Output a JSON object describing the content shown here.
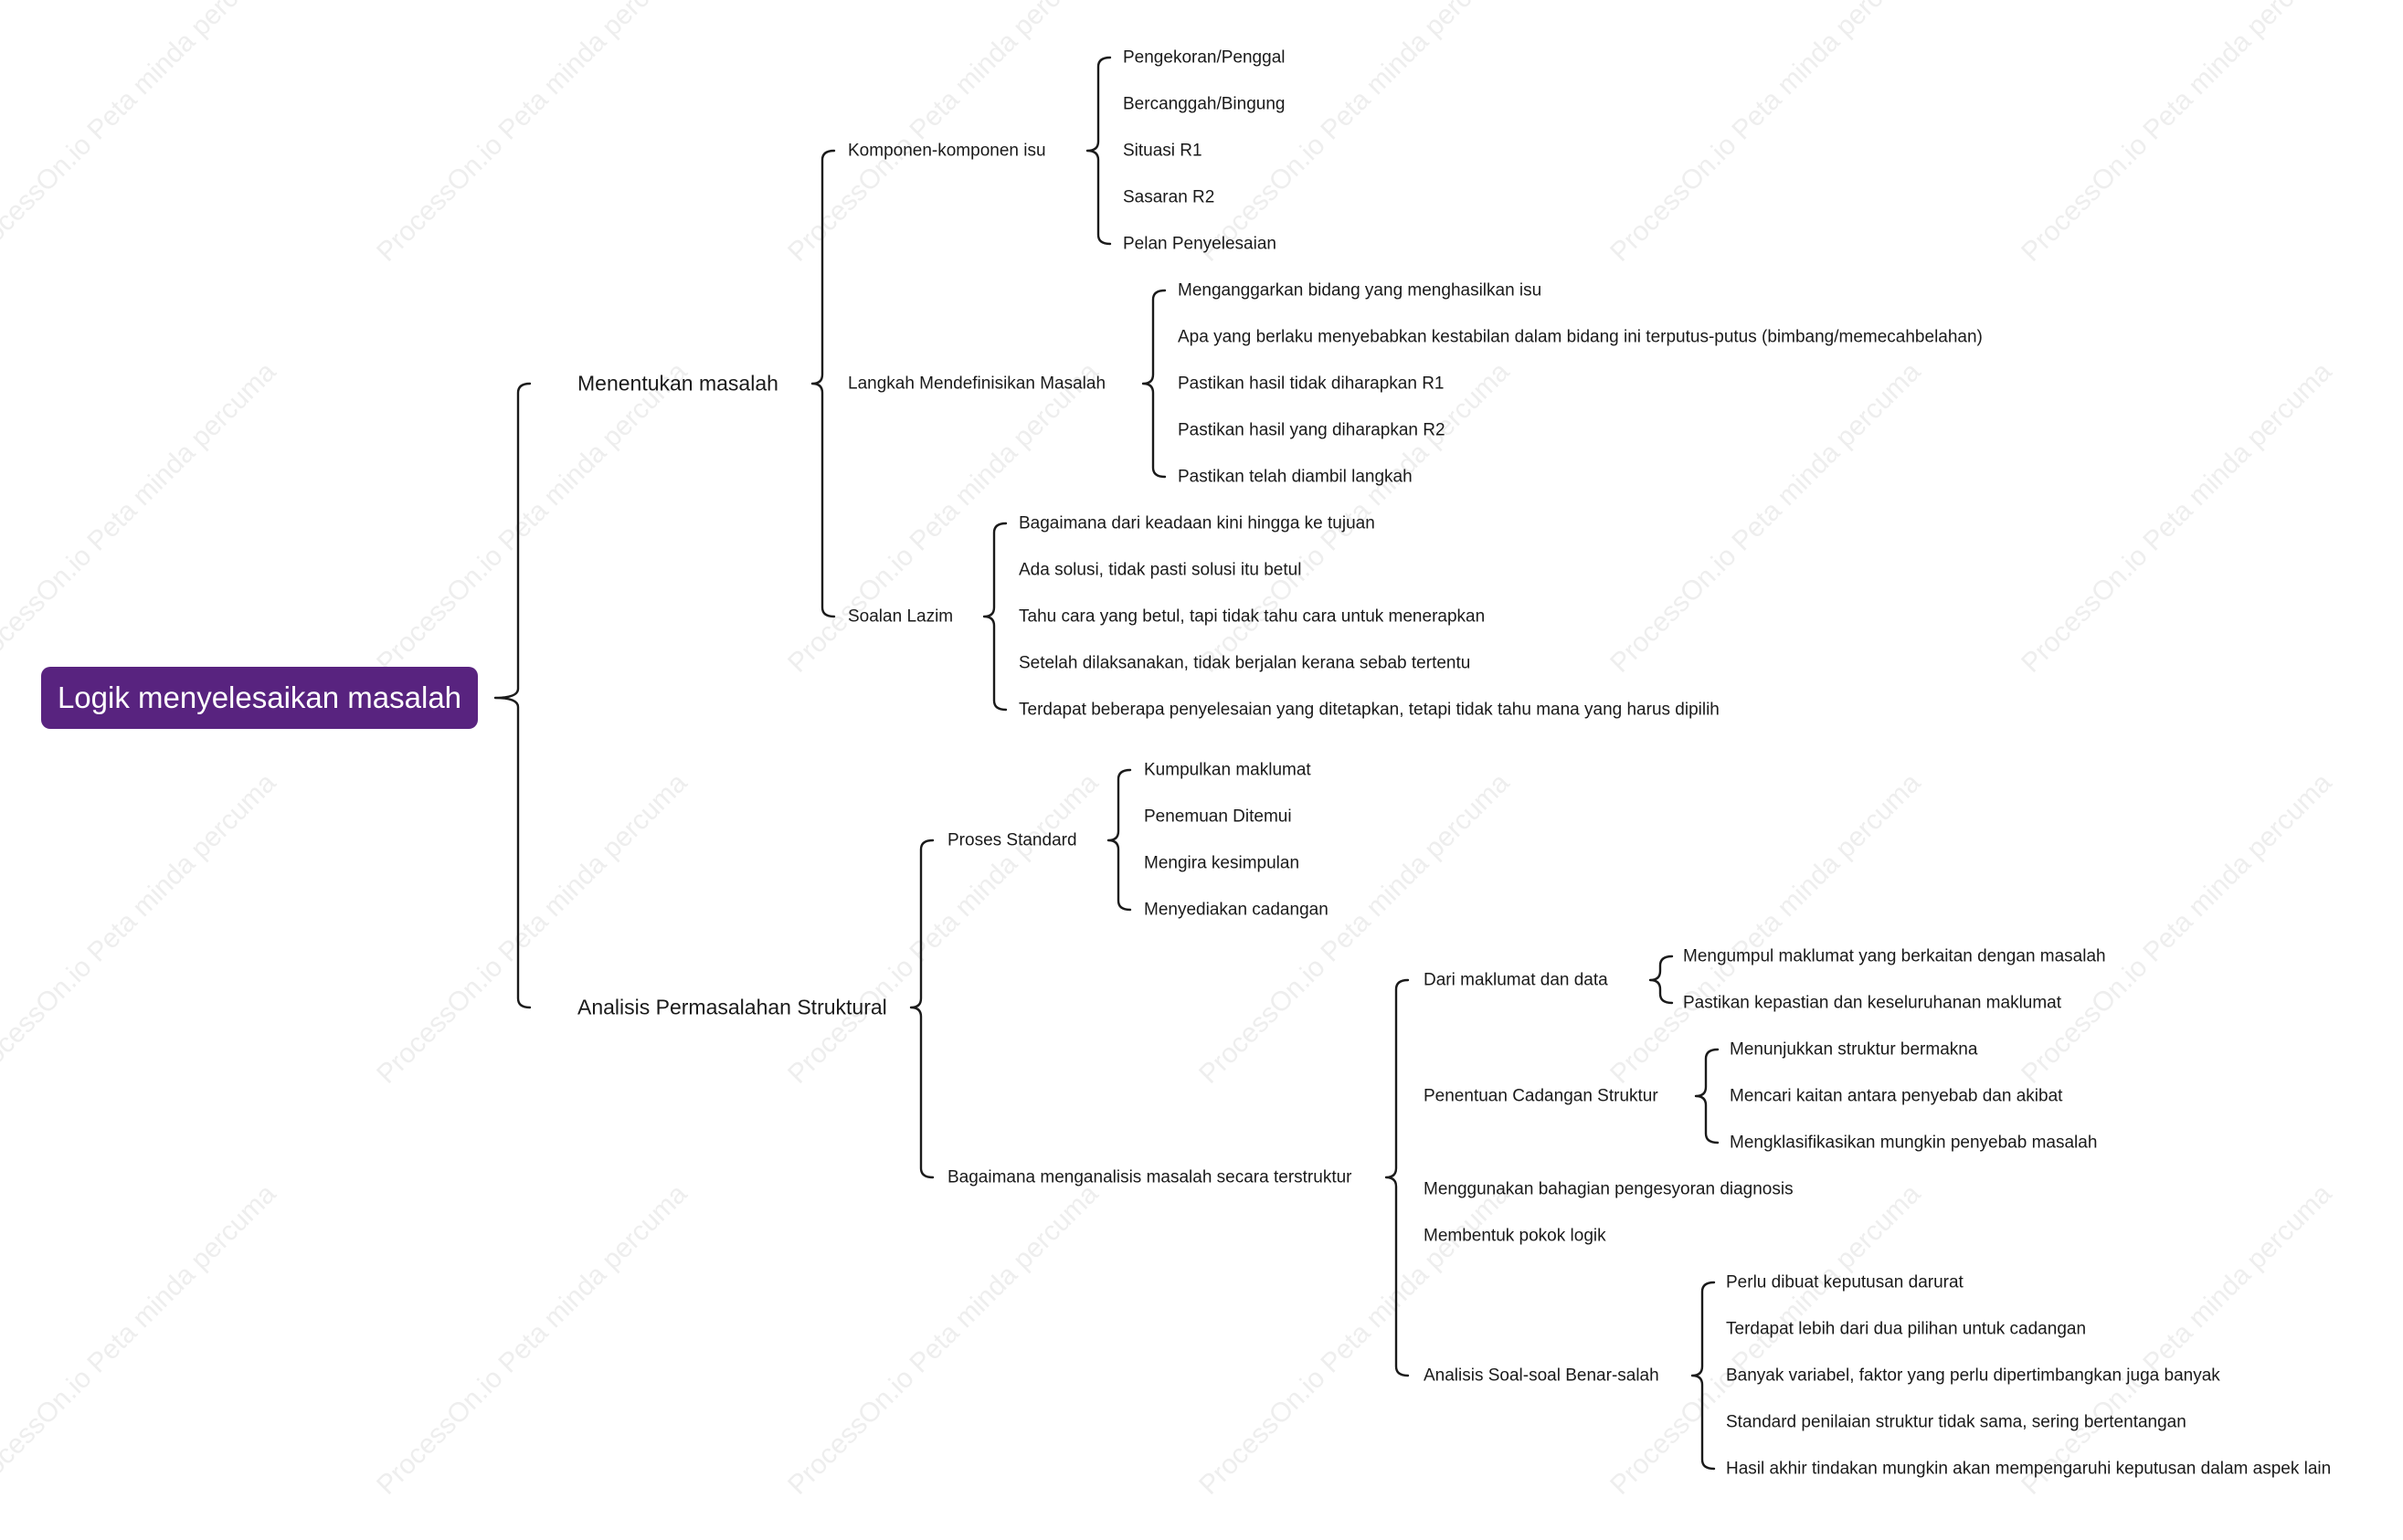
{
  "watermark_text": "ProcessOn.io Peta minda percuma",
  "root": {
    "label": "Logik menyelesaikan masalah",
    "children": [
      {
        "label": "Menentukan masalah",
        "children": [
          {
            "label": "Komponen-komponen isu",
            "children": [
              {
                "label": "Pengekoran/Penggal"
              },
              {
                "label": "Bercanggah/Bingung"
              },
              {
                "label": "Situasi R1"
              },
              {
                "label": "Sasaran R2"
              },
              {
                "label": "Pelan Penyelesaian"
              }
            ]
          },
          {
            "label": "Langkah Mendefinisikan Masalah",
            "children": [
              {
                "label": "Menganggarkan bidang yang menghasilkan isu"
              },
              {
                "label": "Apa yang berlaku menyebabkan kestabilan dalam bidang ini terputus-putus (bimbang/memecahbelahan)"
              },
              {
                "label": "Pastikan hasil tidak diharapkan R1"
              },
              {
                "label": "Pastikan hasil yang diharapkan R2"
              },
              {
                "label": "Pastikan telah diambil langkah"
              }
            ]
          },
          {
            "label": "Soalan Lazim",
            "children": [
              {
                "label": "Bagaimana dari keadaan kini hingga ke tujuan"
              },
              {
                "label": "Ada solusi, tidak pasti solusi itu betul"
              },
              {
                "label": "Tahu cara yang betul, tapi tidak tahu cara untuk menerapkan"
              },
              {
                "label": "Setelah dilaksanakan, tidak berjalan kerana sebab tertentu"
              },
              {
                "label": "Terdapat beberapa penyelesaian yang ditetapkan, tetapi tidak tahu mana yang harus dipilih"
              }
            ]
          }
        ]
      },
      {
        "label": "Analisis Permasalahan Struktural",
        "children": [
          {
            "label": "Proses Standard",
            "children": [
              {
                "label": "Kumpulkan maklumat"
              },
              {
                "label": "Penemuan Ditemui"
              },
              {
                "label": "Mengira kesimpulan"
              },
              {
                "label": "Menyediakan cadangan"
              }
            ]
          },
          {
            "label": "Bagaimana menganalisis masalah secara terstruktur",
            "children": [
              {
                "label": "Dari maklumat dan data",
                "children": [
                  {
                    "label": "Mengumpul maklumat yang berkaitan dengan masalah"
                  },
                  {
                    "label": "Pastikan kepastian dan keseluruhanan maklumat"
                  }
                ]
              },
              {
                "label": "Penentuan Cadangan Struktur",
                "children": [
                  {
                    "label": "Menunjukkan struktur bermakna"
                  },
                  {
                    "label": "Mencari kaitan antara penyebab dan akibat"
                  },
                  {
                    "label": "Mengklasifikasikan mungkin penyebab masalah"
                  }
                ]
              },
              {
                "label": "Menggunakan bahagian pengesyoran diagnosis"
              },
              {
                "label": "Membentuk pokok logik"
              },
              {
                "label": "Analisis Soal-soal Benar-salah",
                "children": [
                  {
                    "label": "Perlu dibuat keputusan darurat"
                  },
                  {
                    "label": "Terdapat lebih dari dua pilihan untuk cadangan"
                  },
                  {
                    "label": "Banyak variabel, faktor yang perlu dipertimbangkan juga banyak"
                  },
                  {
                    "label": "Standard penilaian struktur tidak sama, sering bertentangan"
                  },
                  {
                    "label": "Hasil akhir tindakan mungkin akan mempengaruhi keputusan dalam aspek lain"
                  }
                ]
              }
            ]
          }
        ]
      }
    ]
  }
}
